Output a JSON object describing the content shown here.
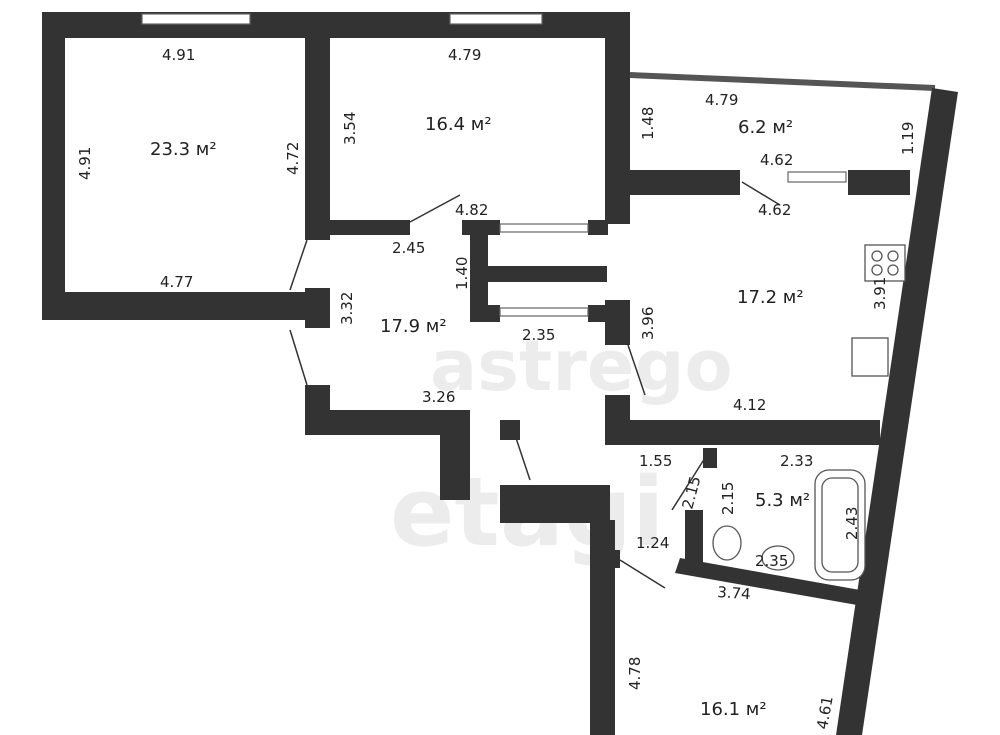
{
  "rooms": [
    {
      "name": "room-1",
      "area": "23.3 м²"
    },
    {
      "name": "room-2",
      "area": "16.4 м²"
    },
    {
      "name": "balcony",
      "area": "6.2 м²"
    },
    {
      "name": "hall",
      "area": "17.9 м²"
    },
    {
      "name": "kitchen",
      "area": "17.2 м²"
    },
    {
      "name": "bathroom",
      "area": "5.3 м²"
    },
    {
      "name": "room-3",
      "area": "16.1 м²"
    }
  ],
  "dimensions": [
    "4.91",
    "4.91",
    "4.72",
    "4.77",
    "4.79",
    "3.54",
    "4.82",
    "1.48",
    "4.79",
    "1.19",
    "4.62",
    "4.62",
    "3.91",
    "3.96",
    "4.12",
    "2.45",
    "1.40",
    "3.32",
    "2.35",
    "3.26",
    "1.55",
    "2.15",
    "2.15",
    "2.33",
    "2.43",
    "1.24",
    "2.35",
    "3.74",
    "4.78",
    "4.61"
  ],
  "watermarks": [
    "astrego",
    "etagi"
  ],
  "colors": {
    "wall": "#333333",
    "background": "#ffffff"
  }
}
